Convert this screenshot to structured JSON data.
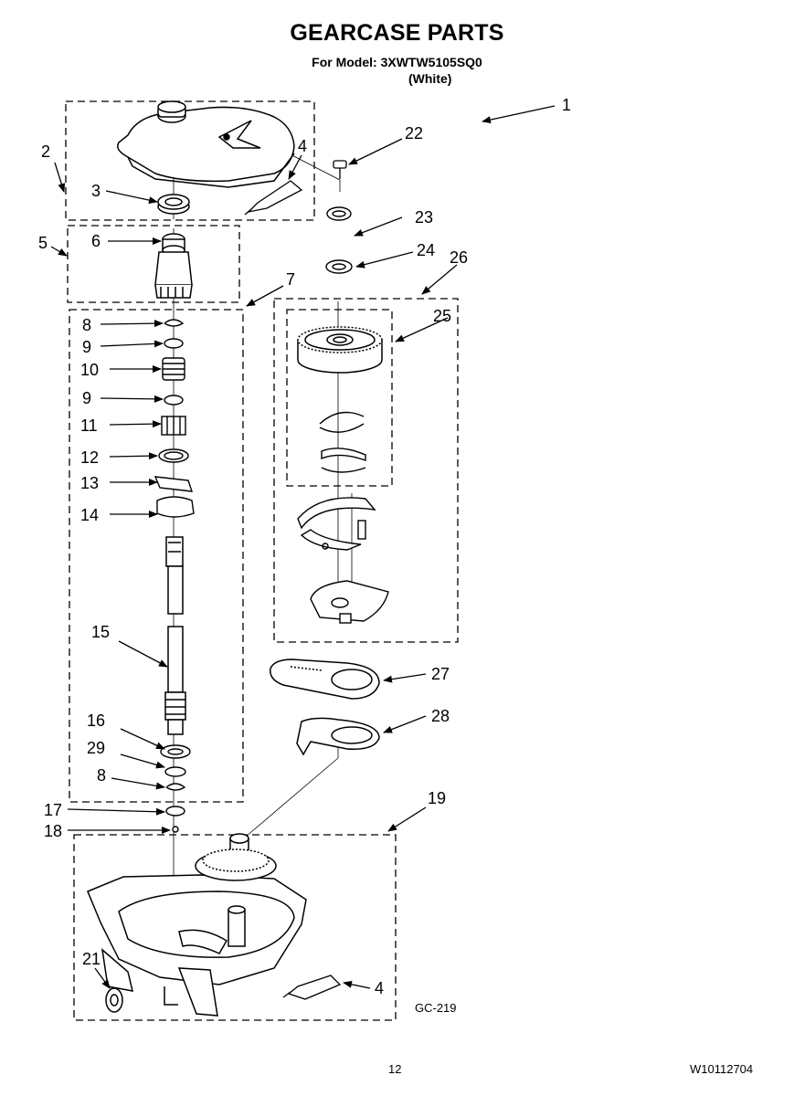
{
  "header": {
    "title": "GEARCASE PARTS",
    "model_line": "For Model: 3XWTW5105SQ0",
    "color_line": "(White)"
  },
  "footer": {
    "page_number": "12",
    "document_number": "W10112704"
  },
  "diagram": {
    "figure_code": "GC-219",
    "callouts": {
      "c1": "1",
      "c2": "2",
      "c3": "3",
      "c4a": "4",
      "c4b": "4",
      "c5": "5",
      "c6": "6",
      "c7": "7",
      "c8a": "8",
      "c8b": "8",
      "c9a": "9",
      "c9b": "9",
      "c10": "10",
      "c11": "11",
      "c12": "12",
      "c13": "13",
      "c14": "14",
      "c15": "15",
      "c16": "16",
      "c17": "17",
      "c18": "18",
      "c19": "19",
      "c21": "21",
      "c22": "22",
      "c23": "23",
      "c24": "24",
      "c25": "25",
      "c26": "26",
      "c27": "27",
      "c28": "28",
      "c29": "29"
    }
  }
}
